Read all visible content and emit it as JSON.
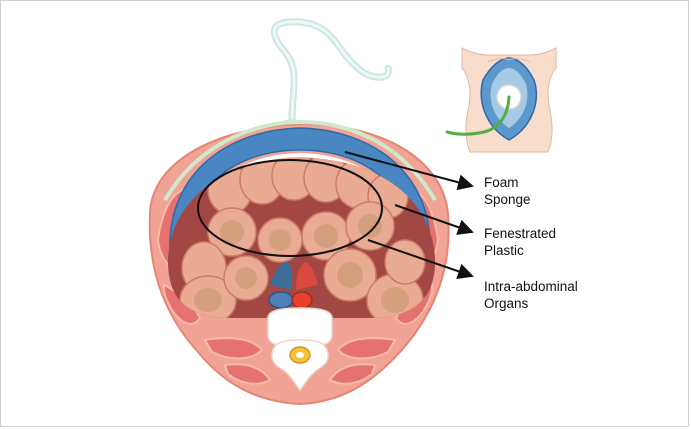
{
  "labels": {
    "foam_line1": "Foam",
    "foam_line2": "Sponge",
    "plastic_line1": "Fenestrated",
    "plastic_line2": "Plastic",
    "organs_line1": "Intra-abdominal",
    "organs_line2": "Organs"
  },
  "colors": {
    "foam": "#4a86c2",
    "skin": "#f3a49a",
    "bowel": "#e3a78f",
    "bowel_inner": "#cf9a74",
    "muscle": "#e46f6f",
    "tube": "#d3ecea",
    "drain": "#52b043",
    "artery": "#e5412f",
    "vein": "#4d7fb8",
    "spinal_cord": "#f5c33b"
  },
  "icons": {
    "inset": "torso-wound-vac-icon"
  }
}
